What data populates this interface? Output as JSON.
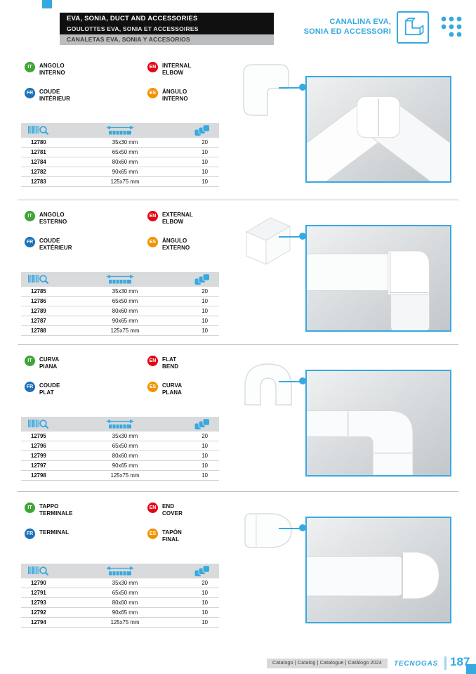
{
  "colors": {
    "accent": "#36a9e1",
    "it_green": "#3fa535",
    "en_red": "#e30613",
    "fr_blue": "#1d71b8",
    "es_orange": "#f39200"
  },
  "header": {
    "title_line1": "EVA, SONIA, DUCT AND ACCESSORIES",
    "title_line2": "GOULOTTES EVA, SONIA ET ACCESSOIRES",
    "title_line3": "CANALETAS EVA, SONIA Y ACCESORIOS",
    "title_it": "CANALINA EVA,\nSONIA ED ACCESSORI"
  },
  "languages": {
    "it": "IT",
    "en": "EN",
    "fr": "FR",
    "es": "ES"
  },
  "sections": [
    {
      "name": "internal-elbow",
      "labels": {
        "it": "ANGOLO\nINTERNO",
        "en": "INTERNAL\nELBOW",
        "fr": "COUDE\nINTÉRIEUR",
        "es": "ÁNGULO\nINTERNO"
      },
      "rows": [
        {
          "code": "12780",
          "size": "35x30 mm",
          "qty": "20"
        },
        {
          "code": "12781",
          "size": "65x50 mm",
          "qty": "10"
        },
        {
          "code": "12784",
          "size": "80x60 mm",
          "qty": "10"
        },
        {
          "code": "12782",
          "size": "90x65 mm",
          "qty": "10"
        },
        {
          "code": "12783",
          "size": "125x75 mm",
          "qty": "10"
        }
      ]
    },
    {
      "name": "external-elbow",
      "labels": {
        "it": "ANGOLO\nESTERNO",
        "en": "EXTERNAL\nELBOW",
        "fr": "COUDE\nEXTÉRIEUR",
        "es": "ÁNGULO\nEXTERNO"
      },
      "rows": [
        {
          "code": "12785",
          "size": "35x30 mm",
          "qty": "20"
        },
        {
          "code": "12786",
          "size": "65x50 mm",
          "qty": "10"
        },
        {
          "code": "12789",
          "size": "80x60 mm",
          "qty": "10"
        },
        {
          "code": "12787",
          "size": "90x65 mm",
          "qty": "10"
        },
        {
          "code": "12788",
          "size": "125x75 mm",
          "qty": "10"
        }
      ]
    },
    {
      "name": "flat-bend",
      "labels": {
        "it": "CURVA\nPIANA",
        "en": "FLAT\nBEND",
        "fr": "COUDE\nPLAT",
        "es": "CURVA\nPLANA"
      },
      "rows": [
        {
          "code": "12795",
          "size": "35x30 mm",
          "qty": "20"
        },
        {
          "code": "12796",
          "size": "65x50 mm",
          "qty": "10"
        },
        {
          "code": "12799",
          "size": "80x60 mm",
          "qty": "10"
        },
        {
          "code": "12797",
          "size": "90x65 mm",
          "qty": "10"
        },
        {
          "code": "12798",
          "size": "125x75 mm",
          "qty": "10"
        }
      ]
    },
    {
      "name": "end-cover",
      "labels": {
        "it": "TAPPO\nTERMINALE",
        "en": "END\nCOVER",
        "fr": "TERMINAL",
        "es": "TAPÓN\nFINAL"
      },
      "rows": [
        {
          "code": "12790",
          "size": "35x30 mm",
          "qty": "20"
        },
        {
          "code": "12791",
          "size": "65x50 mm",
          "qty": "10"
        },
        {
          "code": "12793",
          "size": "80x60 mm",
          "qty": "10"
        },
        {
          "code": "12792",
          "size": "90x65 mm",
          "qty": "10"
        },
        {
          "code": "12794",
          "size": "125x75 mm",
          "qty": "10"
        }
      ]
    }
  ],
  "footer": {
    "catalog": "Catalogo | Catalog | Catalogue | Catálogo 2024",
    "brand": "TECNOGAS",
    "page": "187"
  }
}
